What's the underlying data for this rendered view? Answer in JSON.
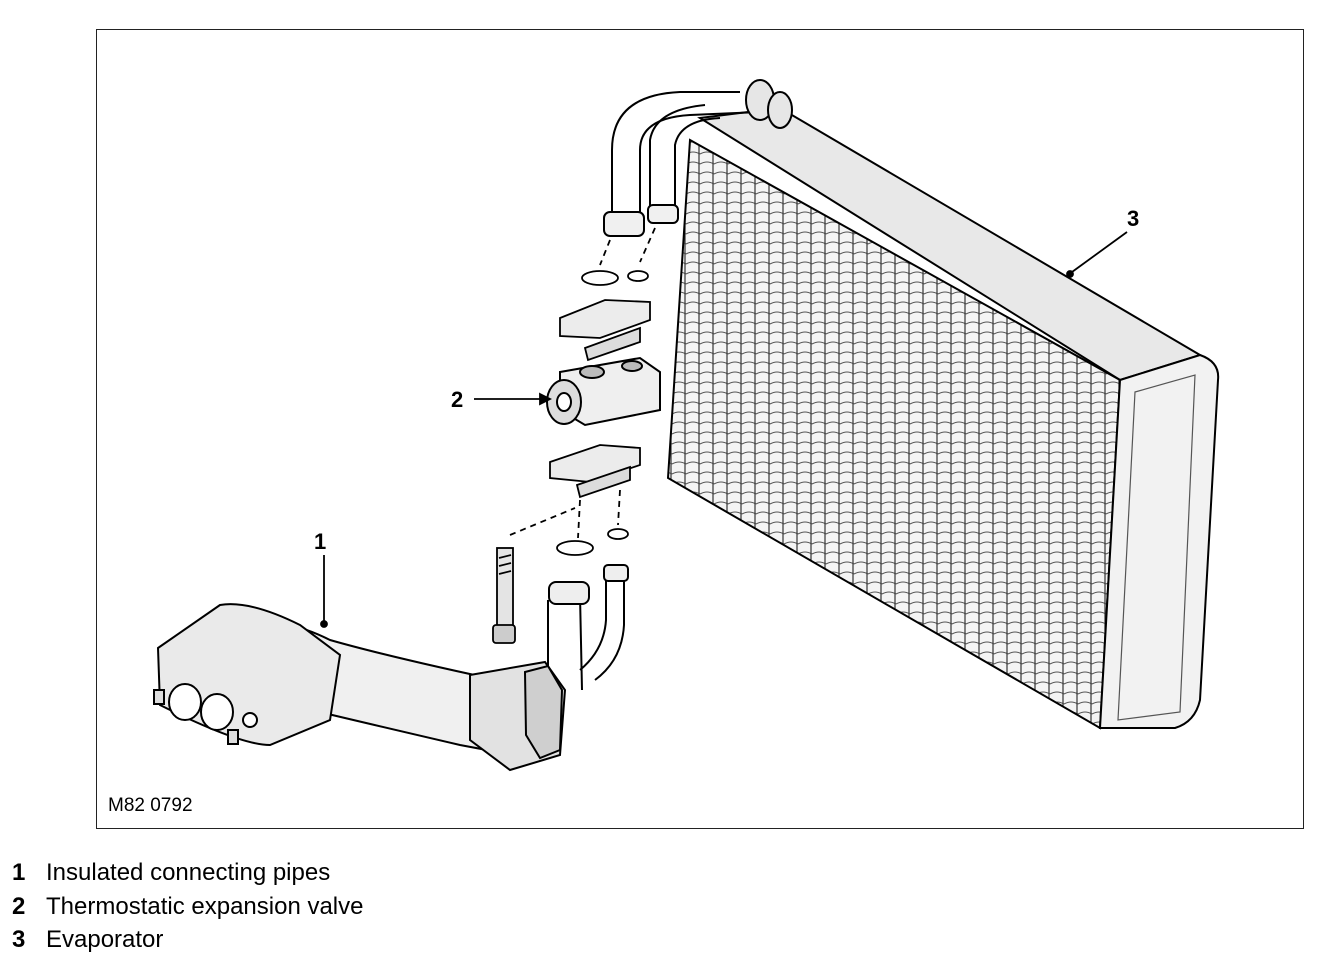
{
  "figure": {
    "reference_code": "M82 0792",
    "callouts": [
      {
        "number": "1",
        "part": "Insulated connecting pipes"
      },
      {
        "number": "2",
        "part": "Thermostatic expansion valve"
      },
      {
        "number": "3",
        "part": "Evaporator"
      }
    ]
  }
}
